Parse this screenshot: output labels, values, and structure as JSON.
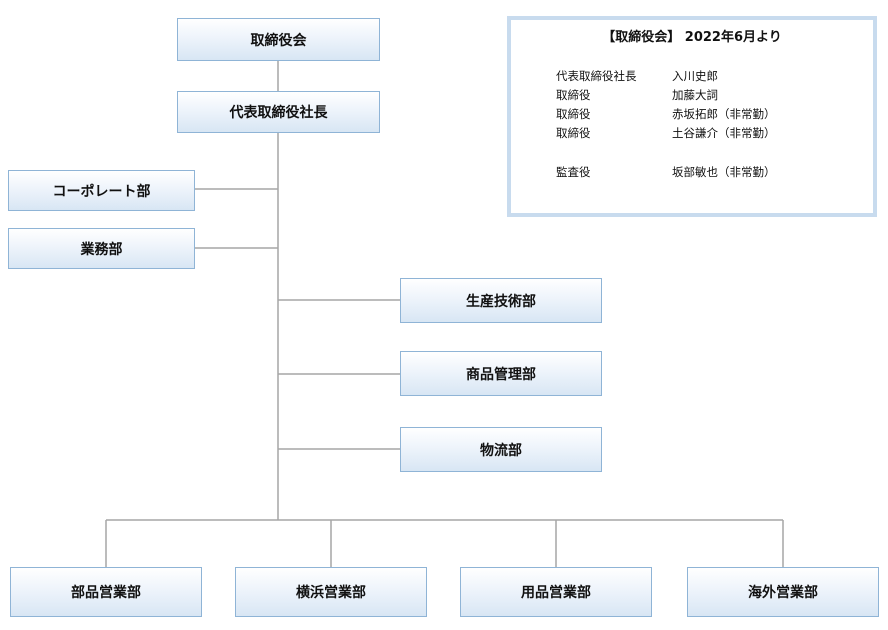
{
  "org_chart": {
    "board": "取締役会",
    "president": "代表取締役社長",
    "left_departments": [
      "コーポレート部",
      "業務部"
    ],
    "right_departments": [
      "生産技術部",
      "商品管理部",
      "物流部"
    ],
    "sales_departments": [
      "部品営業部",
      "横浜営業部",
      "用品営業部",
      "海外営業部"
    ]
  },
  "board_panel": {
    "title": "【取締役会】 2022年6月より",
    "members": [
      {
        "role": "代表取締役社長",
        "name": "入川史郎"
      },
      {
        "role": "取締役",
        "name": "加藤大詞"
      },
      {
        "role": "取締役",
        "name": "赤坂拓郎（非常勤）"
      },
      {
        "role": "取締役",
        "name": "土谷謙介（非常勤）"
      },
      {
        "role": "監査役",
        "name": "坂部敏也（非常勤）"
      }
    ]
  },
  "colors": {
    "line": "#a6a6a6",
    "box_border": "#8fb4d6",
    "panel_border": "#c8dbee"
  }
}
